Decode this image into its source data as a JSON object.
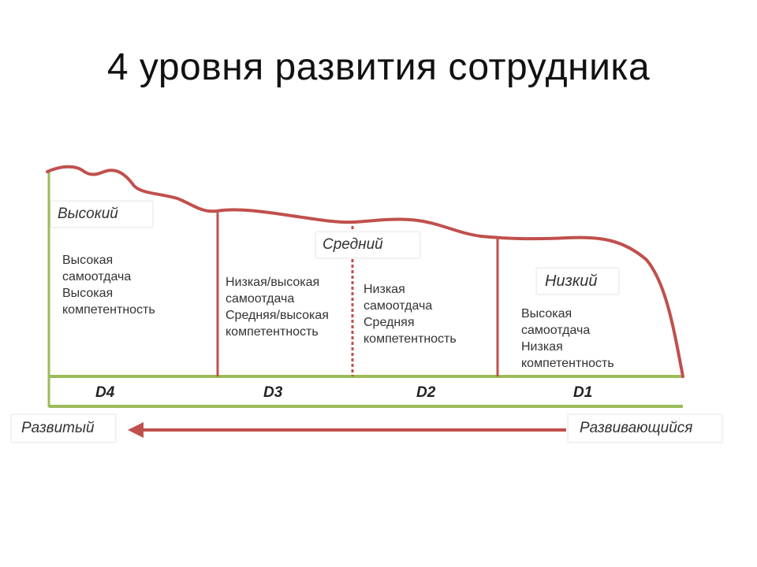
{
  "title": "4 уровня развития сотрудника",
  "levels": {
    "high": "Высокий",
    "medium": "Средний",
    "low": "Низкий"
  },
  "descriptions": {
    "d4": [
      "Высокая",
      "самоотдача",
      "Высокая",
      "компетентность"
    ],
    "d3": [
      "Низкая/высокая",
      "самоотдача",
      "Средняя/высокая",
      "компетентность"
    ],
    "d2": [
      "Низкая",
      "самоотдача",
      "Средняя",
      "компетентность"
    ],
    "d1": [
      "Высокая",
      "самоотдача",
      "Низкая",
      "компетентность"
    ]
  },
  "stages": [
    "D4",
    "D3",
    "D2",
    "D1"
  ],
  "arrow": {
    "from_label": "Развивающийся",
    "to_label": "Развитый"
  },
  "colors": {
    "curve": "#c0504d",
    "baseline": "#9bbb59",
    "arrow": "#c0504d"
  }
}
